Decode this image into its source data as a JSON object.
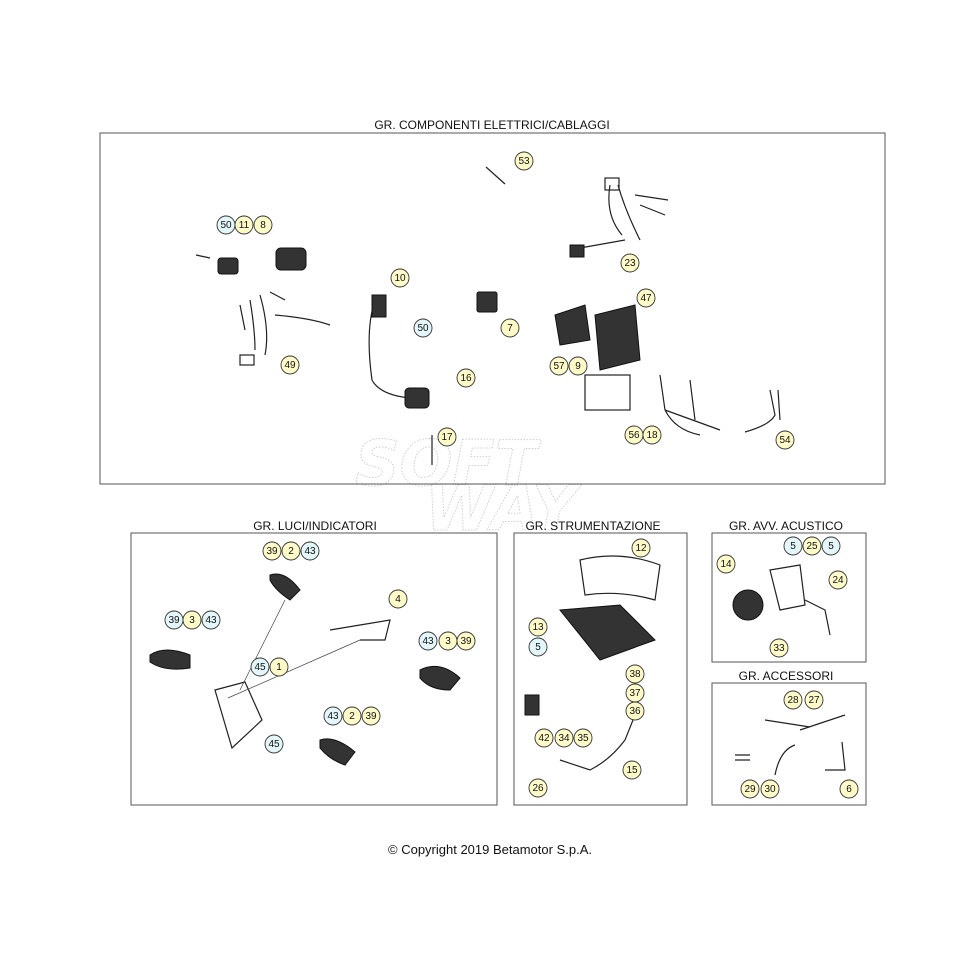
{
  "sections": {
    "wiring": "GR. COMPONENTI ELETTRICI/CABLAGGI",
    "lights": "GR. LUCI/INDICATORI",
    "instruments": "GR. STRUMENTAZIONE",
    "horn": "GR. AVV. ACUSTICO",
    "accessories": "GR. ACCESSORI"
  },
  "watermark": [
    "SOFT",
    "WAY"
  ],
  "copyright": "© Copyright 2019 Betamotor S.p.A.",
  "colors": {
    "callout_yellow": "#fffbc8",
    "callout_blue": "#e3f7fb",
    "frame": "#555555"
  },
  "callouts": [
    {
      "label": "53",
      "color": "yellow"
    },
    {
      "label": "50",
      "color": "blue"
    },
    {
      "label": "11",
      "color": "yellow"
    },
    {
      "label": "8",
      "color": "yellow"
    },
    {
      "label": "23",
      "color": "yellow"
    },
    {
      "label": "10",
      "color": "yellow"
    },
    {
      "label": "47",
      "color": "yellow"
    },
    {
      "label": "50",
      "color": "blue"
    },
    {
      "label": "7",
      "color": "yellow"
    },
    {
      "label": "49",
      "color": "yellow"
    },
    {
      "label": "57",
      "color": "yellow"
    },
    {
      "label": "9",
      "color": "yellow"
    },
    {
      "label": "16",
      "color": "yellow"
    },
    {
      "label": "56",
      "color": "yellow"
    },
    {
      "label": "18",
      "color": "yellow"
    },
    {
      "label": "54",
      "color": "yellow"
    },
    {
      "label": "17",
      "color": "yellow"
    },
    {
      "label": "39",
      "color": "yellow"
    },
    {
      "label": "2",
      "color": "yellow"
    },
    {
      "label": "43",
      "color": "blue"
    },
    {
      "label": "4",
      "color": "yellow"
    },
    {
      "label": "39",
      "color": "blue"
    },
    {
      "label": "3",
      "color": "yellow"
    },
    {
      "label": "43",
      "color": "blue"
    },
    {
      "label": "43",
      "color": "blue"
    },
    {
      "label": "3",
      "color": "yellow"
    },
    {
      "label": "39",
      "color": "yellow"
    },
    {
      "label": "45",
      "color": "blue"
    },
    {
      "label": "1",
      "color": "yellow"
    },
    {
      "label": "43",
      "color": "blue"
    },
    {
      "label": "2",
      "color": "yellow"
    },
    {
      "label": "39",
      "color": "yellow"
    },
    {
      "label": "45",
      "color": "blue"
    },
    {
      "label": "12",
      "color": "yellow"
    },
    {
      "label": "13",
      "color": "yellow"
    },
    {
      "label": "5",
      "color": "blue"
    },
    {
      "label": "38",
      "color": "yellow"
    },
    {
      "label": "37",
      "color": "yellow"
    },
    {
      "label": "36",
      "color": "yellow"
    },
    {
      "label": "42",
      "color": "yellow"
    },
    {
      "label": "34",
      "color": "yellow"
    },
    {
      "label": "35",
      "color": "yellow"
    },
    {
      "label": "15",
      "color": "yellow"
    },
    {
      "label": "26",
      "color": "yellow"
    },
    {
      "label": "5",
      "color": "blue"
    },
    {
      "label": "25",
      "color": "yellow"
    },
    {
      "label": "5",
      "color": "blue"
    },
    {
      "label": "14",
      "color": "yellow"
    },
    {
      "label": "24",
      "color": "yellow"
    },
    {
      "label": "33",
      "color": "yellow"
    },
    {
      "label": "28",
      "color": "yellow"
    },
    {
      "label": "27",
      "color": "yellow"
    },
    {
      "label": "29",
      "color": "yellow"
    },
    {
      "label": "30",
      "color": "yellow"
    },
    {
      "label": "6",
      "color": "yellow"
    }
  ]
}
